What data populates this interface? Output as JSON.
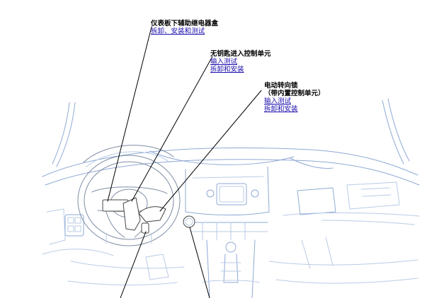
{
  "callouts": [
    {
      "title": "仪表板下辅助继电器盒",
      "links": [
        "拆卸、安装和测试"
      ]
    },
    {
      "title": "无钥匙进入控制单元",
      "links": [
        "输入测试",
        "拆卸和安装"
      ]
    },
    {
      "title": "电动转向锁",
      "subtitle": "（带内置控制单元）",
      "links": [
        "输入测试",
        "拆卸和安装"
      ]
    }
  ],
  "colors": {
    "link": "#1a0dab",
    "outline": "#8fa9d4",
    "leader": "#000000"
  }
}
